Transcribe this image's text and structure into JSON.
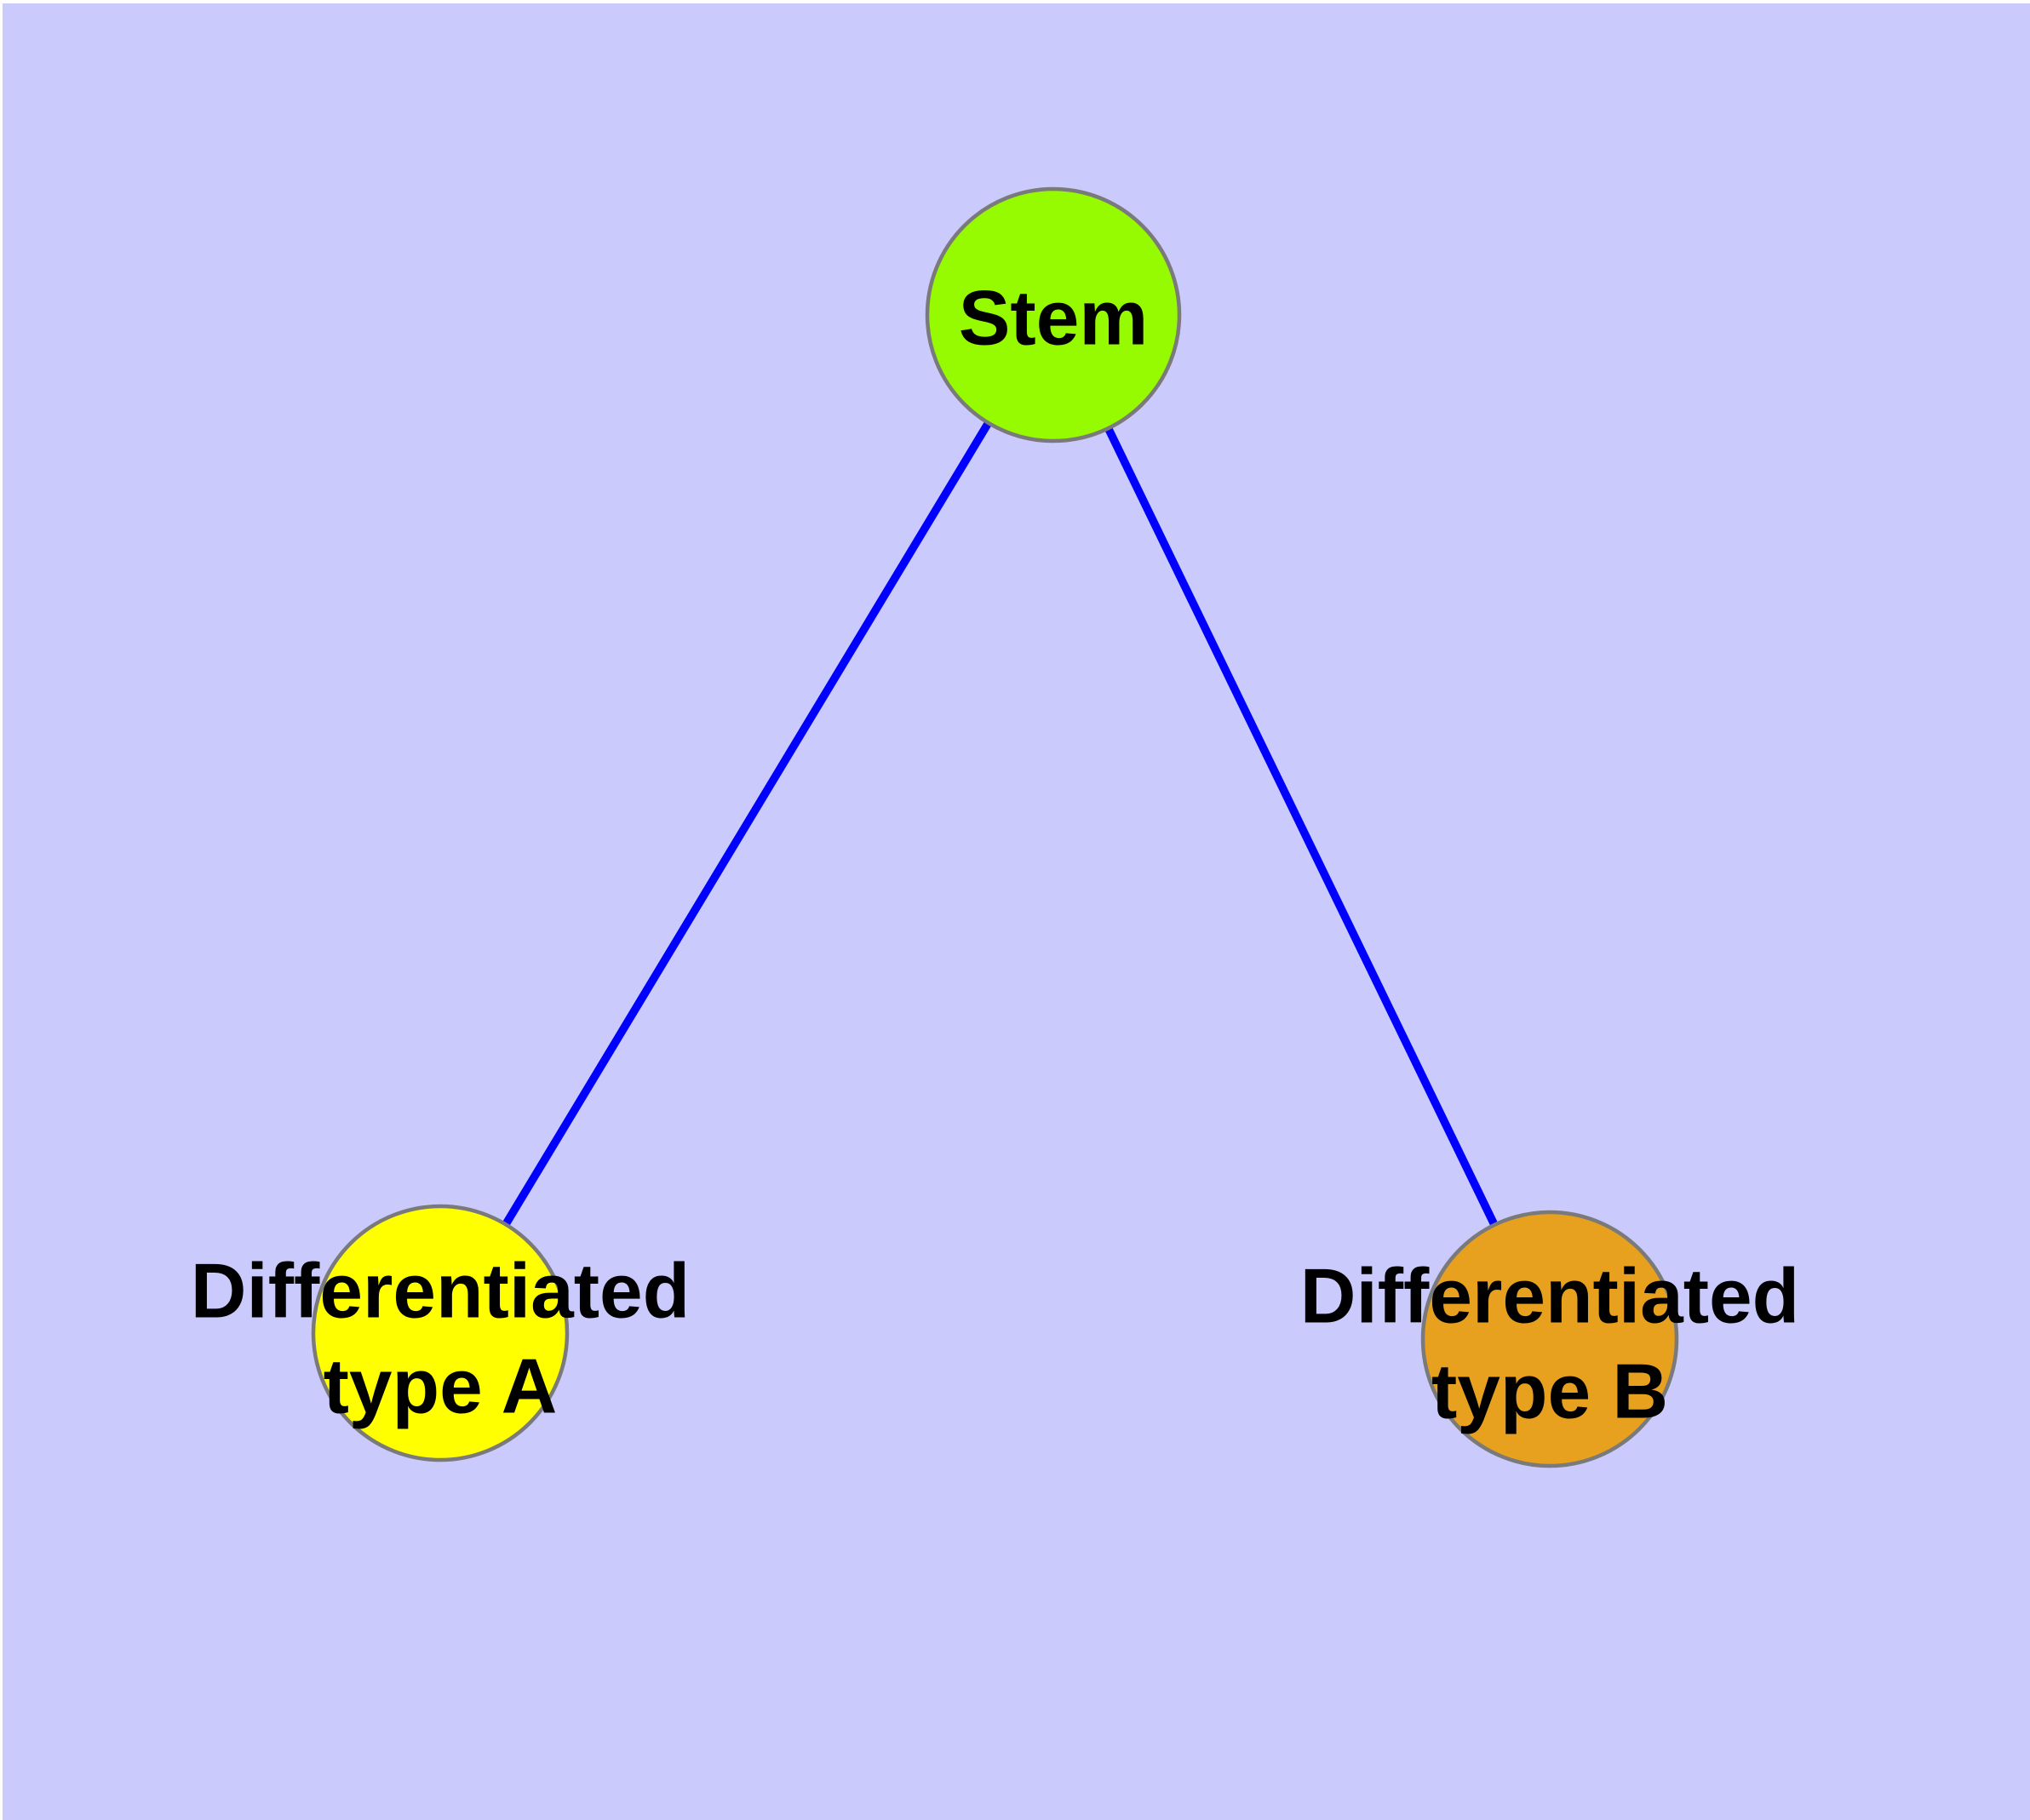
{
  "diagram": {
    "background_color": "#CACAFC",
    "page_edge_color": "#FFFFFF",
    "edge_color": "#0000FF",
    "node_border_color": "#7A7A7A",
    "text_color": "#000000",
    "nodes": [
      {
        "id": "stem",
        "label": "Stem",
        "fill": "#96FA00"
      },
      {
        "id": "differentiated-type-a",
        "label": "Differentiated type A",
        "lines": [
          "Differentiated",
          "type A"
        ],
        "fill": "#FFFF00"
      },
      {
        "id": "differentiated-type-b",
        "label": "Differentiated type B",
        "lines": [
          "Differentiated",
          "type B"
        ],
        "fill": "#E8A11E"
      }
    ],
    "edges": [
      {
        "from": "Stem",
        "to": "Differentiated type A"
      },
      {
        "from": "Stem",
        "to": "Differentiated type B"
      }
    ]
  }
}
